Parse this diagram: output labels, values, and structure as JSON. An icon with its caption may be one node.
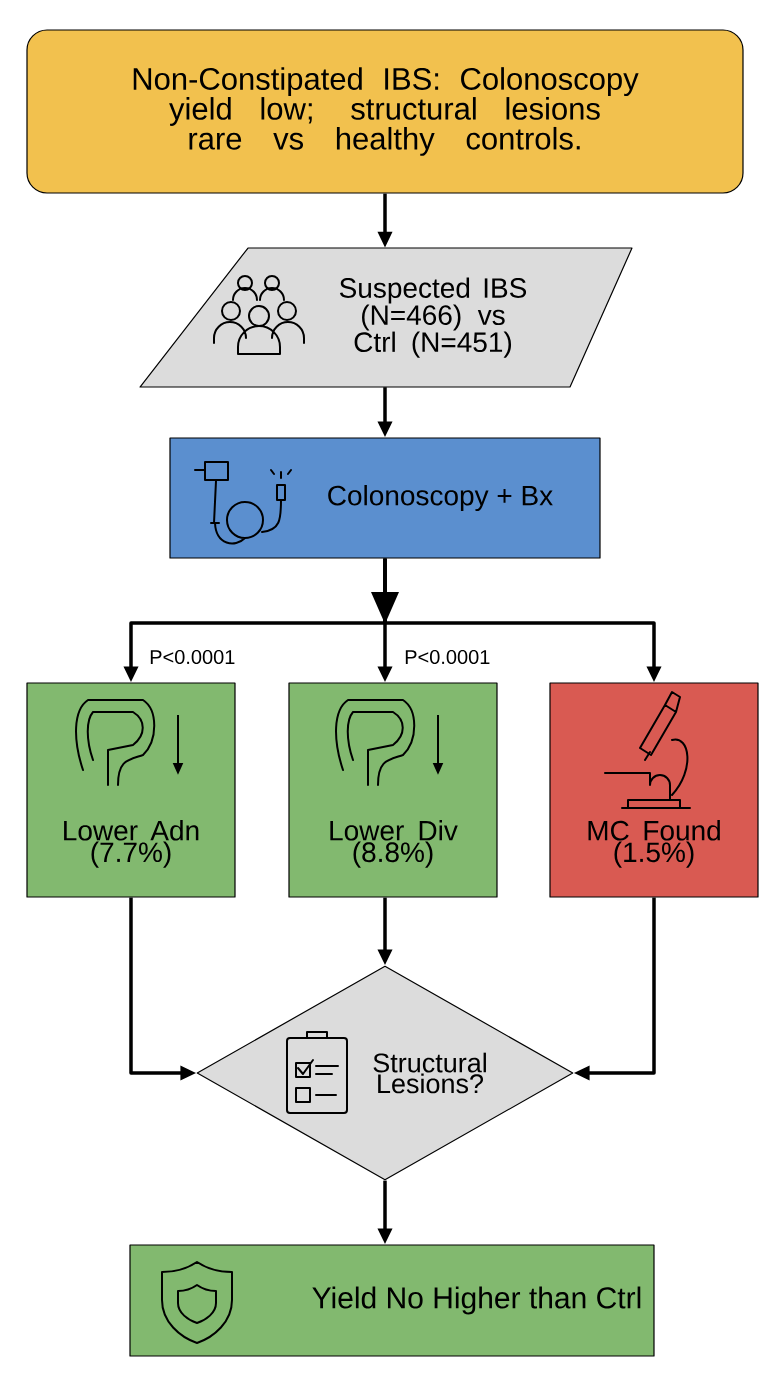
{
  "diagram": {
    "nodes": [
      {
        "text": [
          "Non-Constipated IBS: Colonoscopy yield low; structural lesions rare vs healthy controls."
        ]
      },
      {
        "text": [
          "Suspected IBS (N=466) vs Ctrl (N=451)"
        ]
      },
      {
        "text": [
          "Colonoscopy + Bx"
        ]
      },
      {
        "text": [
          "Lower Adn (7.7%)"
        ]
      },
      {
        "text": [
          "Lower Div (8.8%)"
        ]
      },
      {
        "text": [
          "MC Found (1.5%)"
        ]
      },
      {
        "text": [
          "Structural Lesions?"
        ]
      },
      {
        "text": [
          "Yield No Higher than Ctrl"
        ]
      }
    ],
    "edges": [
      {
        "from": 0,
        "to": 1,
        "arrow": "to"
      },
      {
        "from": 1,
        "to": 2,
        "arrow": "to"
      },
      {
        "from": 2,
        "to": 3,
        "arrow": "to",
        "label": "P<0.0001"
      },
      {
        "from": 2,
        "to": 4,
        "arrow": "to",
        "label": "P<0.0001"
      },
      {
        "from": 2,
        "to": 5,
        "arrow": "to"
      },
      {
        "from": 3,
        "to": 6,
        "arrow": "to"
      },
      {
        "from": 4,
        "to": 6,
        "arrow": "to"
      },
      {
        "from": 5,
        "to": 6,
        "arrow": "to"
      },
      {
        "from": 6,
        "to": 7,
        "arrow": "to"
      }
    ]
  }
}
